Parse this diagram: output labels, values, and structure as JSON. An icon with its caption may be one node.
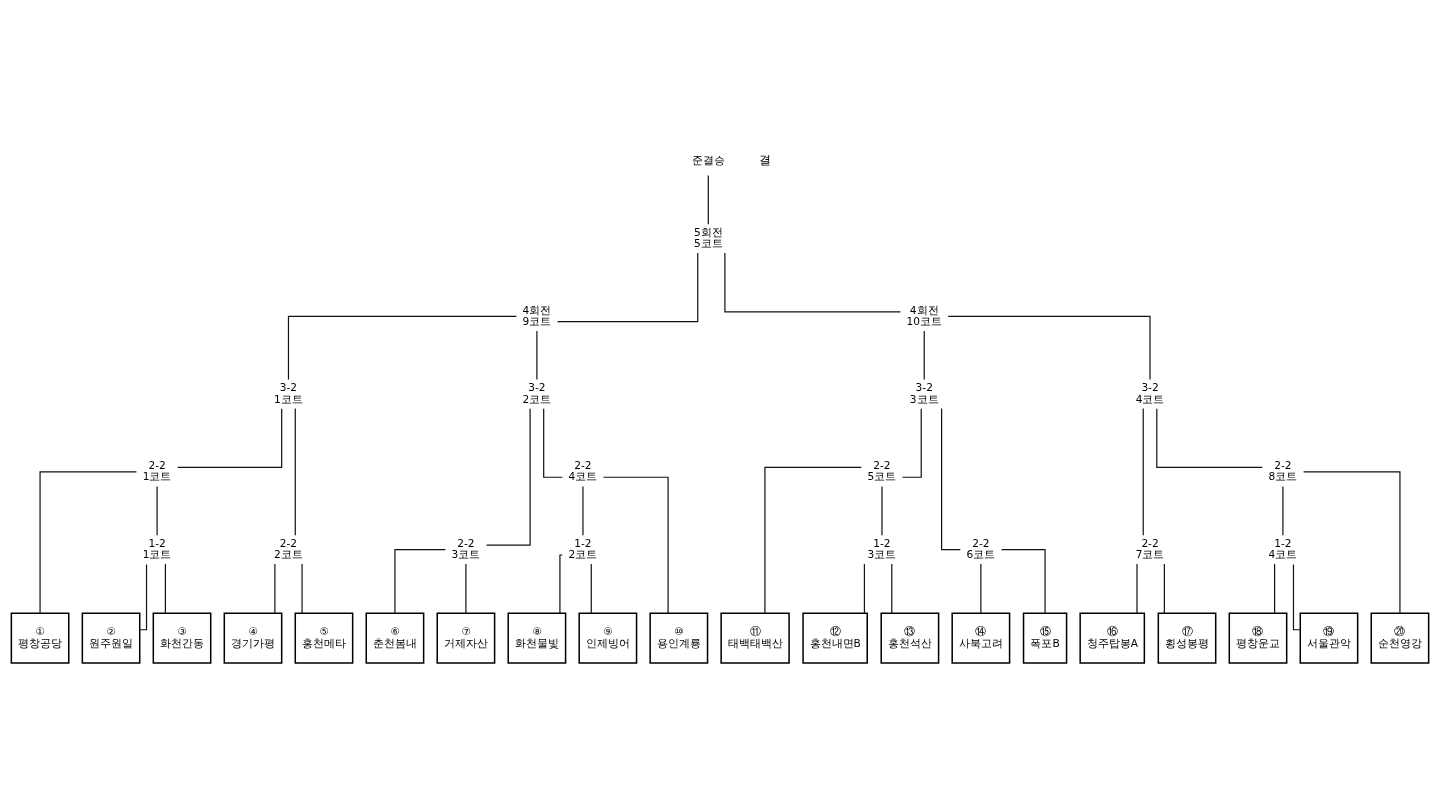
{
  "diagram": {
    "nodes": [
      {
        "text": [
          "준결승"
        ]
      },
      {
        "text": [
          "5회전",
          "5코트"
        ]
      },
      {
        "text": [
          "4회전",
          "9코트"
        ]
      },
      {
        "text": [
          "4회전",
          "10코트"
        ]
      },
      {
        "text": [
          "3-2",
          "1코트"
        ]
      },
      {
        "text": [
          "3-2",
          "2코트"
        ]
      },
      {
        "text": [
          "3-2",
          "3코트"
        ]
      },
      {
        "text": [
          "3-2",
          "4코트"
        ]
      },
      {
        "text": [
          "2-2",
          "1코트"
        ]
      },
      {
        "text": [
          "2-2",
          "2코트"
        ]
      },
      {
        "text": [
          "2-2",
          "3코트"
        ]
      },
      {
        "text": [
          "2-2",
          "4코트"
        ]
      },
      {
        "text": [
          "2-2",
          "5코트"
        ]
      },
      {
        "text": [
          "2-2",
          "6코트"
        ]
      },
      {
        "text": [
          "2-2",
          "7코트"
        ]
      },
      {
        "text": [
          "2-2",
          "8코트"
        ]
      },
      {
        "text": [
          "1-2",
          "1코트"
        ]
      },
      {
        "text": [
          "1-2",
          "2코트"
        ]
      },
      {
        "text": [
          "1-2",
          "3코트"
        ]
      },
      {
        "text": [
          "1-2",
          "4코트"
        ]
      },
      {
        "text": [
          "①",
          "평창공당"
        ]
      },
      {
        "text": [
          "②",
          "원주원일"
        ]
      },
      {
        "text": [
          "③",
          "화천간동"
        ]
      },
      {
        "text": [
          "④",
          "경기가평"
        ]
      },
      {
        "text": [
          "⑤",
          "홍천메타"
        ]
      },
      {
        "text": [
          "⑥",
          "춘천봄내"
        ]
      },
      {
        "text": [
          "⑦",
          "거제자산"
        ]
      },
      {
        "text": [
          "⑧",
          "화천물빛"
        ]
      },
      {
        "text": [
          "⑨",
          "인제빙어"
        ]
      },
      {
        "text": [
          "⑩",
          "용인계룡"
        ]
      },
      {
        "text": [
          "⑪",
          "태백태백산"
        ]
      },
      {
        "text": [
          "⑫",
          "홍천내면B"
        ]
      },
      {
        "text": [
          "⑬",
          "홍천석산"
        ]
      },
      {
        "text": [
          "⑭",
          "사북고려"
        ]
      },
      {
        "text": [
          "⑮",
          "폭포B"
        ]
      },
      {
        "text": [
          "⑯",
          "청주탑봉A"
        ]
      },
      {
        "text": [
          "⑰",
          "횡성봉평"
        ]
      },
      {
        "text": [
          "⑱",
          "평창운교"
        ]
      },
      {
        "text": [
          "⑲",
          "서울관악"
        ]
      },
      {
        "text": [
          "⑳",
          "순천영강"
        ]
      }
    ],
    "edges": [
      {
        "from": 0,
        "to": 1,
        "arrow": "none"
      },
      {
        "from": 1,
        "to": 2,
        "arrow": "none"
      },
      {
        "from": 1,
        "to": 3,
        "arrow": "none"
      },
      {
        "from": 2,
        "to": 4,
        "arrow": "none"
      },
      {
        "from": 2,
        "to": 5,
        "arrow": "none"
      },
      {
        "from": 3,
        "to": 6,
        "arrow": "none"
      },
      {
        "from": 3,
        "to": 7,
        "arrow": "none"
      },
      {
        "from": 4,
        "to": 8,
        "arrow": "none"
      },
      {
        "from": 4,
        "to": 9,
        "arrow": "none"
      },
      {
        "from": 5,
        "to": 10,
        "arrow": "none"
      },
      {
        "from": 5,
        "to": 11,
        "arrow": "none"
      },
      {
        "from": 6,
        "to": 12,
        "arrow": "none"
      },
      {
        "from": 6,
        "to": 13,
        "arrow": "none"
      },
      {
        "from": 7,
        "to": 14,
        "arrow": "none"
      },
      {
        "from": 7,
        "to": 15,
        "arrow": "none"
      },
      {
        "from": 8,
        "to": 20,
        "arrow": "none"
      },
      {
        "from": 8,
        "to": 16,
        "arrow": "none"
      },
      {
        "from": 16,
        "to": 21,
        "arrow": "none"
      },
      {
        "from": 16,
        "to": 22,
        "arrow": "none"
      },
      {
        "from": 9,
        "to": 23,
        "arrow": "none"
      },
      {
        "from": 9,
        "to": 24,
        "arrow": "none"
      },
      {
        "from": 10,
        "to": 25,
        "arrow": "none"
      },
      {
        "from": 10,
        "to": 26,
        "arrow": "none"
      },
      {
        "from": 11,
        "to": 17,
        "arrow": "none"
      },
      {
        "from": 11,
        "to": 29,
        "arrow": "none"
      },
      {
        "from": 17,
        "to": 27,
        "arrow": "none"
      },
      {
        "from": 17,
        "to": 28,
        "arrow": "none"
      },
      {
        "from": 12,
        "to": 30,
        "arrow": "none"
      },
      {
        "from": 12,
        "to": 18,
        "arrow": "none"
      },
      {
        "from": 18,
        "to": 31,
        "arrow": "none"
      },
      {
        "from": 18,
        "to": 32,
        "arrow": "none"
      },
      {
        "from": 13,
        "to": 33,
        "arrow": "none"
      },
      {
        "from": 13,
        "to": 34,
        "arrow": "none"
      },
      {
        "from": 14,
        "to": 35,
        "arrow": "none"
      },
      {
        "from": 14,
        "to": 36,
        "arrow": "none"
      },
      {
        "from": 15,
        "to": 19,
        "arrow": "none"
      },
      {
        "from": 15,
        "to": 39,
        "arrow": "none"
      },
      {
        "from": 19,
        "to": 37,
        "arrow": "none"
      },
      {
        "from": 19,
        "to": 38,
        "arrow": "none"
      }
    ],
    "labels": [
      "결"
    ]
  }
}
